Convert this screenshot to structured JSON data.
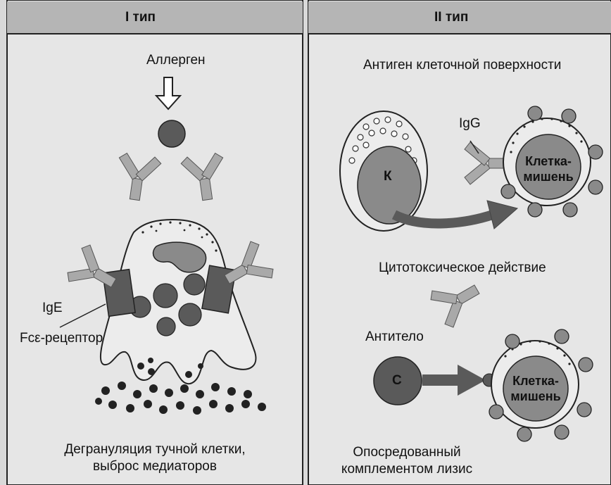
{
  "panels": {
    "type1": {
      "header": "I тип",
      "allergen": "Аллерген",
      "ige": "IgE",
      "receptor": "Fcε-рецептор",
      "caption_line1": "Дегрануляция тучной клетки,",
      "caption_line2": "выброс медиаторов"
    },
    "type2": {
      "header": "II тип",
      "antigen": "Антиген клеточной поверхности",
      "igg": "IgG",
      "k_cell": "К",
      "target1_line1": "Клетка-",
      "target1_line2": "мишень",
      "cytotoxic": "Цитотоксическое действие",
      "antibody": "Антитело",
      "c_cell": "С",
      "target2_line1": "Клетка-",
      "target2_line2": "мишень",
      "caption_line1": "Опосредованный",
      "caption_line2": "комплементом лизис"
    }
  },
  "colors": {
    "background": "#d9d9d9",
    "panel": "#e6e6e6",
    "header": "#b5b5b5",
    "dark_gray": "#5a5a5a",
    "medium_gray": "#8a8a8a",
    "light_gray": "#a9a9a9",
    "outline": "#222222"
  }
}
